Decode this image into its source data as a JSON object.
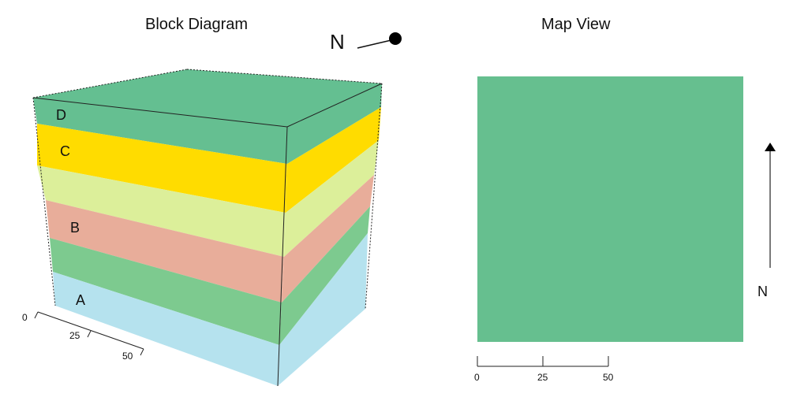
{
  "titles": {
    "block": "Block Diagram",
    "map": "Map View"
  },
  "block": {
    "north_label": "N",
    "layer_labels": [
      "D",
      "C",
      "B",
      "A"
    ],
    "scale_ticks": [
      "0",
      "25",
      "50"
    ]
  },
  "map": {
    "north_label": "N",
    "scale_ticks": [
      "0",
      "25",
      "50"
    ]
  },
  "colors": {
    "layer_D": "#65bf91",
    "layer_C": "#ffdc00",
    "layer_yellowgreen": "#dcef9a",
    "layer_B": "#e8ad9a",
    "layer_green": "#7dca8f",
    "layer_A": "#b5e2ee",
    "map_fill": "#66bf8f"
  }
}
